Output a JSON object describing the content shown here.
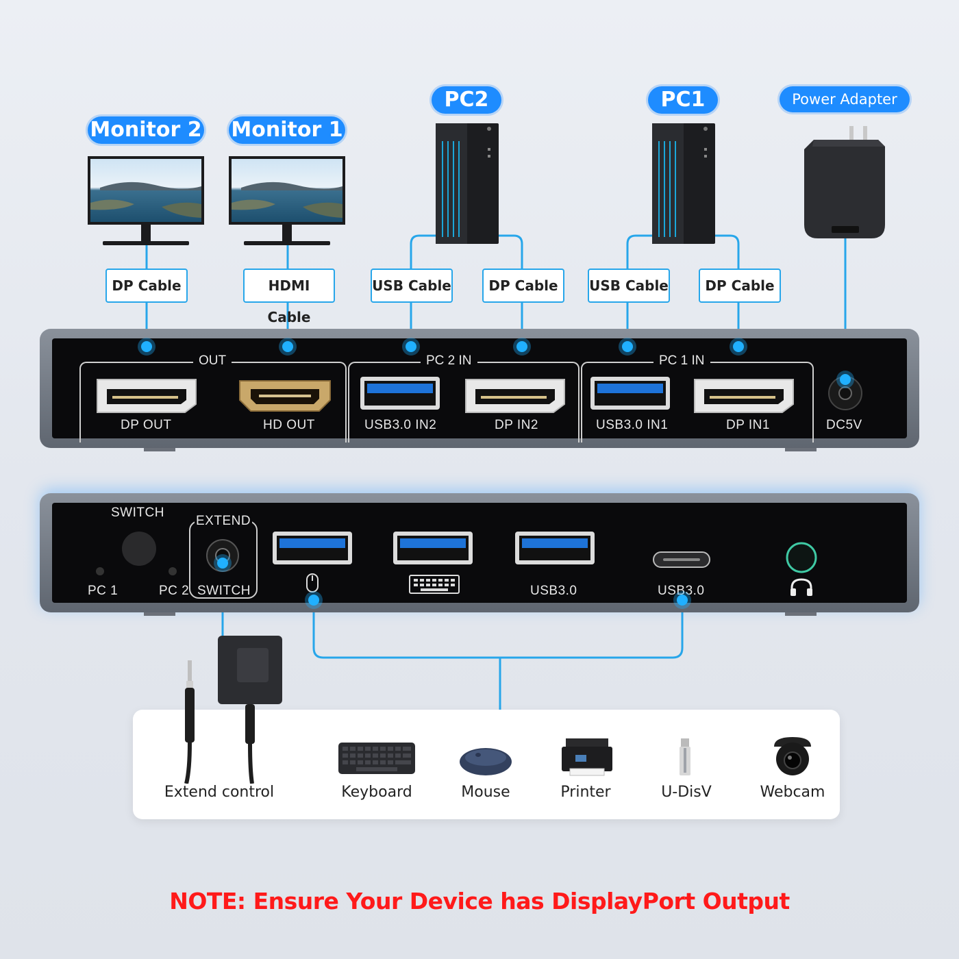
{
  "top_labels": {
    "monitor2": "Monitor 2",
    "monitor1": "Monitor 1",
    "pc2": "PC2",
    "pc1": "PC1",
    "power_adapter": "Power Adapter"
  },
  "cables": {
    "dp_cable_m2": "DP Cable",
    "hdmi_cable_m1": "HDMI Cable",
    "usb_cable_pc2": "USB Cable",
    "dp_cable_pc2": "DP Cable",
    "usb_cable_pc1": "USB Cable",
    "dp_cable_pc1": "DP Cable"
  },
  "rear_panel": {
    "out_group": "OUT",
    "pc2_group": "PC 2 IN",
    "pc1_group": "PC 1 IN",
    "dp_out": "DP OUT",
    "hd_out": "HD OUT",
    "usb_in2": "USB3.0 IN2",
    "dp_in2": "DP IN2",
    "usb_in1": "USB3.0 IN1",
    "dp_in1": "DP IN1",
    "dc": "DC5V"
  },
  "front_panel": {
    "switch": "SWITCH",
    "pc1": "PC 1",
    "pc2": "PC 2",
    "extend": "EXTEND",
    "extend_switch": "SWITCH",
    "usb3_a": "USB3.0",
    "usb3_c": "USB3.0"
  },
  "devices": {
    "extend_control": "Extend control",
    "keyboard": "Keyboard",
    "mouse": "Mouse",
    "printer": "Printer",
    "udisk": "U-DisV",
    "webcam": "Webcam"
  },
  "note": "NOTE: Ensure Your Device has DisplayPort Output",
  "colors": {
    "accent": "#1e8cff",
    "line": "#27a6ea",
    "note": "#ff1a1a"
  }
}
